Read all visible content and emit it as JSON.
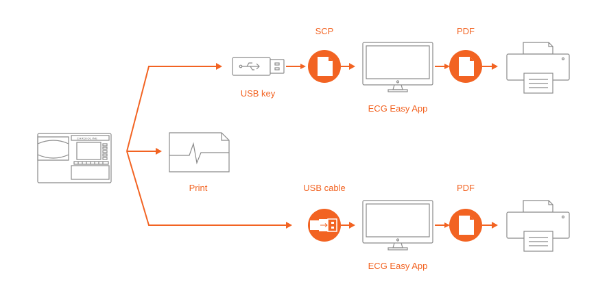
{
  "colors": {
    "accent": "#f26322",
    "device_stroke": "#8a8a8a",
    "background": "#ffffff"
  },
  "device": {
    "brand": "CARDIOLINE"
  },
  "top_path": {
    "source_label": "USB key",
    "transfer_label": "SCP",
    "app_label": "ECG Easy App",
    "output_label": "PDF"
  },
  "middle_path": {
    "output_label": "Print"
  },
  "bottom_path": {
    "transfer_label": "USB cable",
    "app_label": "ECG Easy App",
    "output_label": "PDF"
  },
  "icons": [
    "ecg-device-icon",
    "usb-key-icon",
    "file-icon",
    "monitor-icon",
    "printer-icon",
    "ecg-printout-icon",
    "usb-cable-icon"
  ]
}
